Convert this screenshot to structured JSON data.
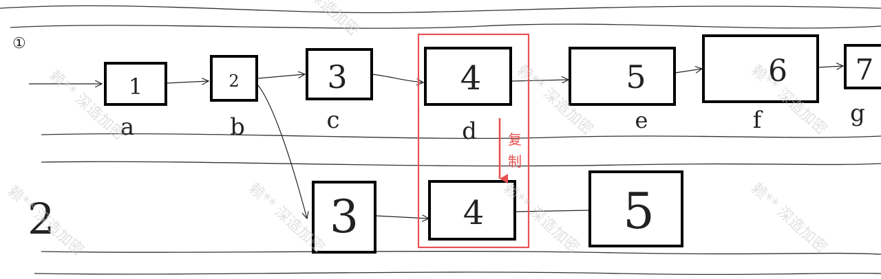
{
  "row1_marker": "①",
  "row2_marker": "2",
  "row1_nodes": [
    {
      "id": "1",
      "label": "1",
      "sub": "a"
    },
    {
      "id": "2",
      "label": "2",
      "sub": "b"
    },
    {
      "id": "3",
      "label": "3",
      "sub": "c"
    },
    {
      "id": "4",
      "label": "4",
      "sub": "d"
    },
    {
      "id": "5",
      "label": "5",
      "sub": "e"
    },
    {
      "id": "6",
      "label": "6",
      "sub": "f"
    },
    {
      "id": "7",
      "label": "7",
      "sub": "g"
    }
  ],
  "row2_nodes": [
    {
      "id": "3b",
      "label": "3"
    },
    {
      "id": "4b",
      "label": "4"
    },
    {
      "id": "5b",
      "label": "5"
    }
  ],
  "copy_label_line1": "复",
  "copy_label_line2": "制",
  "highlight_color": "#e85050",
  "watermark_text": "赖** 深造加密"
}
